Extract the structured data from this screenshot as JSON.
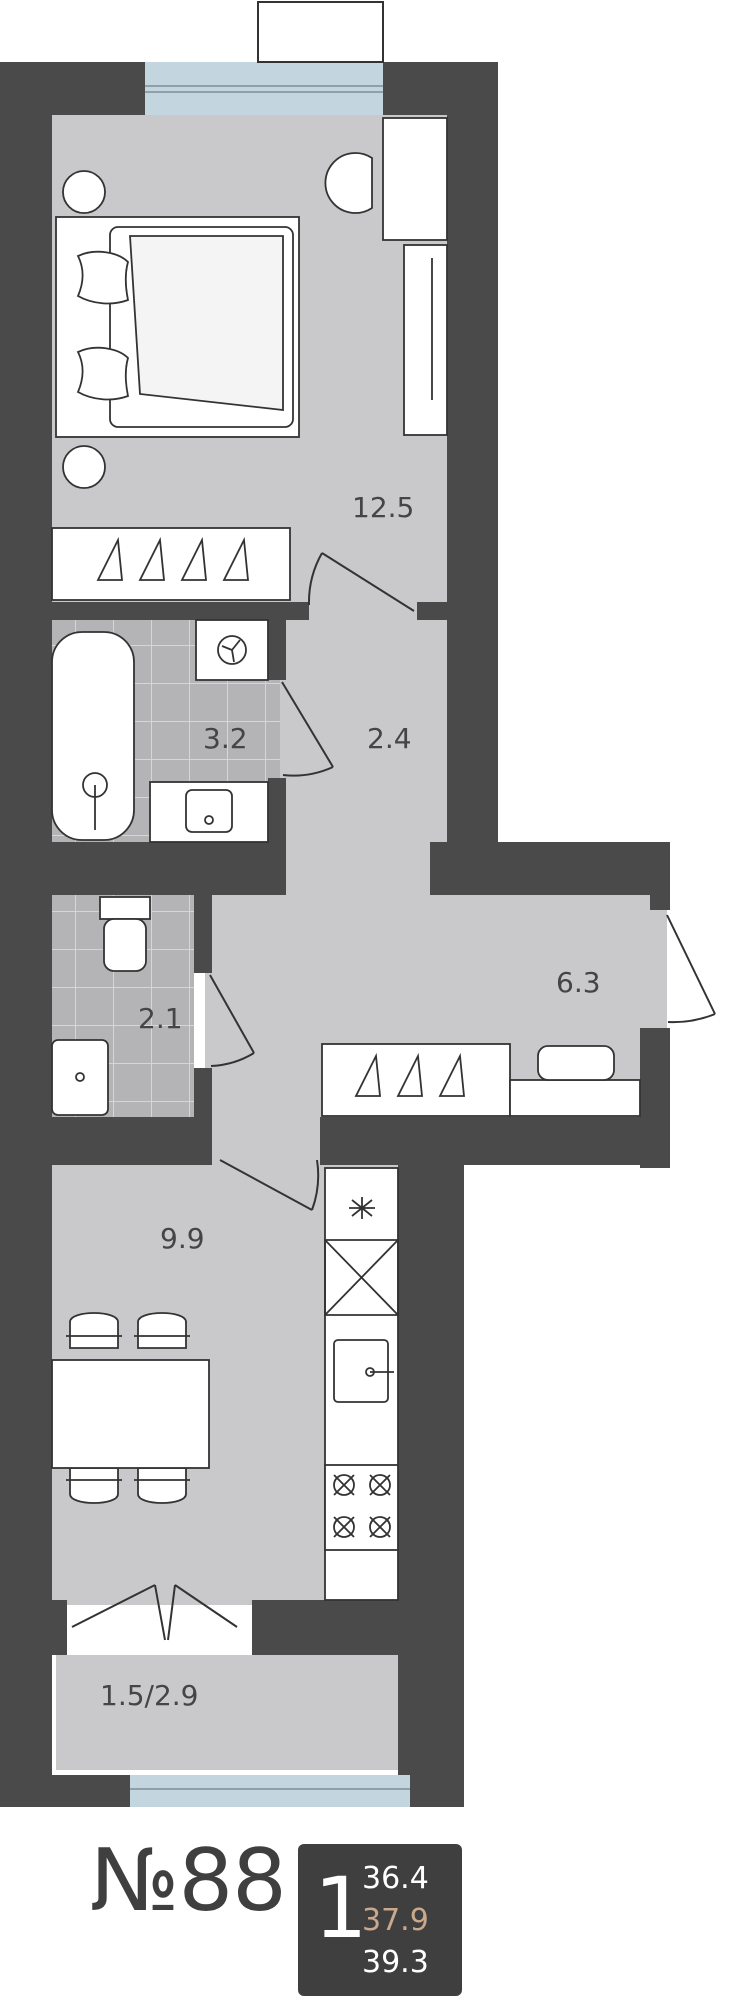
{
  "apartment": {
    "number_label": "№88",
    "rooms_count": "1",
    "areas": [
      "36.4",
      "37.9",
      "39.3"
    ],
    "highlight_color": "#c9a88c"
  },
  "rooms": [
    {
      "id": "bedroom",
      "area": "12.5"
    },
    {
      "id": "corridor",
      "area": "2.4"
    },
    {
      "id": "bathroom",
      "area": "3.2"
    },
    {
      "id": "toilet",
      "area": "2.1"
    },
    {
      "id": "hall",
      "area": "6.3"
    },
    {
      "id": "kitchen",
      "area": "9.9"
    },
    {
      "id": "balcony",
      "area": "1.5/2.9"
    }
  ],
  "colors": {
    "wall": "#4a4a4b",
    "floor": "#c9c8ca",
    "tile": "#b2b1b3",
    "window": "#c3d5df"
  }
}
